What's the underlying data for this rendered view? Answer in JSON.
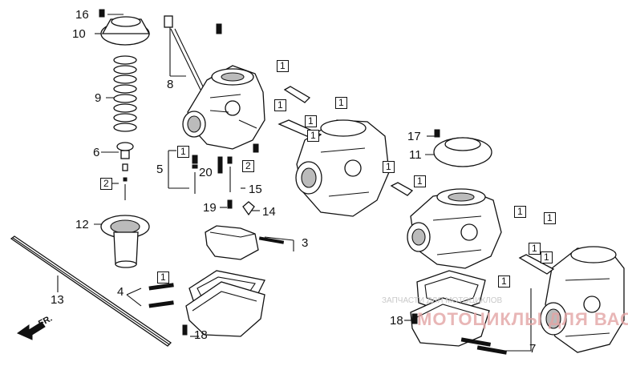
{
  "labels": {
    "l16": "16",
    "l10": "10",
    "l9": "9",
    "l6": "6",
    "l2a": "2",
    "l12": "12",
    "l13": "13",
    "l8": "8",
    "l5": "5",
    "l20": "20",
    "l2b": "2",
    "l15": "15",
    "l19": "19",
    "l14": "14",
    "l3": "3",
    "l4": "4",
    "l18a": "18",
    "l17": "17",
    "l11": "11",
    "l18b": "18",
    "l7": "7",
    "fr": "FR."
  },
  "boxed": {
    "b1a": "1",
    "b1b": "1",
    "b1c": "1",
    "b1d": "1",
    "b1e": "1",
    "b1f": "1",
    "b1g": "1",
    "b1h": "1",
    "b1i": "1",
    "b1j": "1",
    "b1k": "1",
    "b1l": "1",
    "b1m": "1",
    "b1n": "1"
  },
  "watermark": {
    "line1": "ЗАПЧАСТИ ДЛЯ МОТОЦИКЛОВ",
    "line2": "МОТОЦИКЛЫ ДЛЯ ВАС"
  },
  "colors": {
    "line": "#111111",
    "watermark": "#d9534f"
  }
}
